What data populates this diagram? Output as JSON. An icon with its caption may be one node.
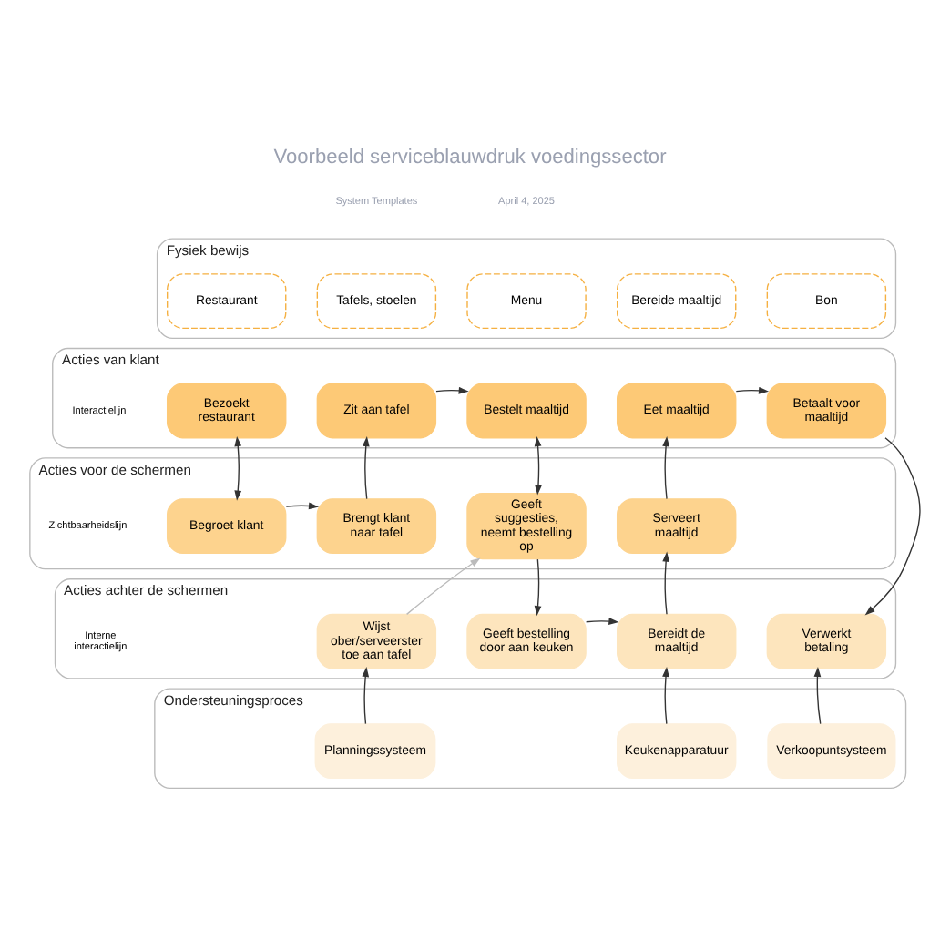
{
  "diagram": {
    "title": "Voorbeeld serviceblauwdruk voedingssector",
    "nodes": [
      {
        "text": [
          "Fysiek bewijs"
        ]
      },
      {
        "text": [
          "Restaurant"
        ],
        "in": 0
      },
      {
        "text": [
          "Tafels, stoelen"
        ],
        "in": 0
      },
      {
        "text": [
          "Menu"
        ],
        "in": 0
      },
      {
        "text": [
          "Bereide maaltijd"
        ],
        "in": 0
      },
      {
        "text": [
          "Bon"
        ],
        "in": 0
      },
      {
        "text": [
          "Acties van klant"
        ]
      },
      {
        "text": [
          "Bezoekt restaurant"
        ],
        "in": 6
      },
      {
        "text": [
          "Zit aan tafel"
        ],
        "in": 6
      },
      {
        "text": [
          "Bestelt maaltijd"
        ],
        "in": 6
      },
      {
        "text": [
          "Eet maaltijd"
        ],
        "in": 6
      },
      {
        "text": [
          "Betaalt voor maaltijd"
        ],
        "in": 6
      },
      {
        "text": [
          "Acties voor de schermen"
        ]
      },
      {
        "text": [
          "Begroet klant"
        ],
        "in": 12
      },
      {
        "text": [
          "Brengt klant naar tafel"
        ],
        "in": 12
      },
      {
        "text": [
          "Geeft suggesties, neemt bestelling op"
        ],
        "in": 12
      },
      {
        "text": [
          "Serveert maaltijd"
        ],
        "in": 12
      },
      {
        "text": [
          "Acties achter de schermen"
        ]
      },
      {
        "text": [
          "Wijst ober/serveerster toe aan tafel"
        ],
        "in": 17
      },
      {
        "text": [
          "Geeft bestelling door aan keuken"
        ],
        "in": 17
      },
      {
        "text": [
          "Bereidt de maaltijd"
        ],
        "in": 17
      },
      {
        "text": [
          "Verwerkt betaling"
        ],
        "in": 17
      },
      {
        "text": [
          "Ondersteuningsproces"
        ]
      },
      {
        "text": [
          "Planningssysteem"
        ],
        "in": 22
      },
      {
        "text": [
          "Keukenapparatuur"
        ],
        "in": 22
      },
      {
        "text": [
          "Verkoopuntsysteem"
        ],
        "in": 22
      }
    ],
    "edges": [
      {
        "from": 7,
        "to": 13,
        "arrow": "both"
      },
      {
        "from": 13,
        "to": 14,
        "arrow": "to"
      },
      {
        "from": 14,
        "to": 8,
        "arrow": "to"
      },
      {
        "from": 8,
        "to": 9,
        "arrow": "to"
      },
      {
        "from": 9,
        "to": 15,
        "arrow": "both"
      },
      {
        "from": 15,
        "to": 19,
        "arrow": "to"
      },
      {
        "from": 18,
        "to": 15,
        "arrow": "to",
        "color": "#bbbbbb"
      },
      {
        "from": 19,
        "to": 20,
        "arrow": "to"
      },
      {
        "from": 20,
        "to": 16,
        "arrow": "to"
      },
      {
        "from": 16,
        "to": 10,
        "arrow": "to"
      },
      {
        "from": 10,
        "to": 11,
        "arrow": "to"
      },
      {
        "from": 11,
        "to": 21,
        "arrow": "to"
      },
      {
        "from": 23,
        "to": 18,
        "arrow": "to"
      },
      {
        "from": 24,
        "to": 20,
        "arrow": "to"
      },
      {
        "from": 25,
        "to": 21,
        "arrow": "to"
      }
    ],
    "labels": [
      "System Templates",
      "April 4, 2025",
      "Interactielijn",
      "Zichtbaarheidslijn",
      "Interne interactielijn"
    ]
  }
}
